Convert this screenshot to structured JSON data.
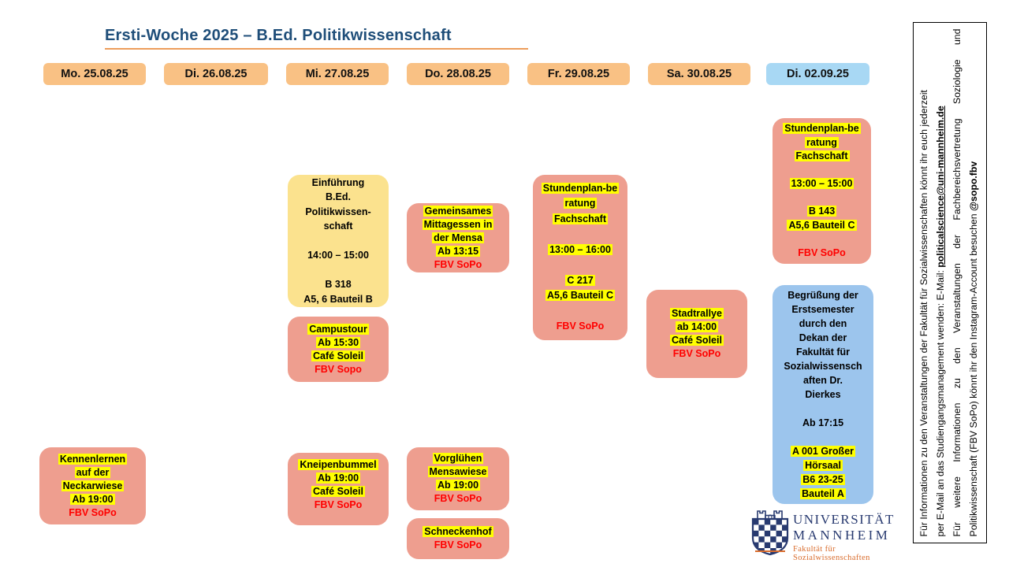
{
  "title": "Ersti-Woche 2025 – B.Ed. Politikwissenschaft",
  "days": [
    {
      "label": "Mo. 25.08.25"
    },
    {
      "label": "Di. 26.08.25"
    },
    {
      "label": "Mi. 27.08.25"
    },
    {
      "label": "Do. 28.08.25"
    },
    {
      "label": "Fr. 29.08.25"
    },
    {
      "label": "Sa. 30.08.25"
    },
    {
      "label": "Di. 02.09.25"
    }
  ],
  "events": {
    "kennenlernen": {
      "day": "Mo. 25.08.25",
      "lines": [
        {
          "text": "Kennenlernen",
          "style": "hl"
        },
        {
          "text": "auf der",
          "style": "hl"
        },
        {
          "text": "Neckarwiese",
          "style": "hl"
        },
        {
          "text": "Ab 19:00",
          "style": "hl"
        },
        {
          "text": "FBV SoPo",
          "style": "red"
        }
      ]
    },
    "einfuehrung": {
      "day": "Mi. 27.08.25",
      "lines": [
        {
          "text": "Einführung",
          "style": "plain"
        },
        {
          "text": "B.Ed.",
          "style": "plain"
        },
        {
          "text": "Politikwissen-",
          "style": "plain"
        },
        {
          "text": "schaft",
          "style": "plain"
        },
        {
          "text": "",
          "style": "plain"
        },
        {
          "text": "14:00 – 15:00",
          "style": "plain"
        },
        {
          "text": "",
          "style": "plain"
        },
        {
          "text": "B 318",
          "style": "plain"
        },
        {
          "text": "A5, 6 Bauteil B",
          "style": "plain"
        }
      ]
    },
    "campustour": {
      "day": "Mi. 27.08.25",
      "lines": [
        {
          "text": "Campustour",
          "style": "hl"
        },
        {
          "text": "Ab 15:30",
          "style": "hl"
        },
        {
          "text": "Café Soleil",
          "style": "hl"
        },
        {
          "text": "FBV Sopo",
          "style": "red"
        }
      ]
    },
    "kneipenbummel": {
      "day": "Mi. 27.08.25",
      "lines": [
        {
          "text": "Kneipenbummel",
          "style": "hl"
        },
        {
          "text": "Ab 19:00",
          "style": "hl"
        },
        {
          "text": "Café Soleil",
          "style": "hl"
        },
        {
          "text": "FBV SoPo",
          "style": "red"
        }
      ]
    },
    "mittagessen": {
      "day": "Do. 28.08.25",
      "lines": [
        {
          "text": "Gemeinsames",
          "style": "hl"
        },
        {
          "text": "Mittagessen in",
          "style": "hl"
        },
        {
          "text": "der Mensa",
          "style": "hl"
        },
        {
          "text": "Ab 13:15",
          "style": "hl"
        },
        {
          "text": "FBV SoPo",
          "style": "red"
        }
      ]
    },
    "vorgluehen": {
      "day": "Do. 28.08.25",
      "lines": [
        {
          "text": "Vorglühen",
          "style": "hl"
        },
        {
          "text": "Mensawiese",
          "style": "hl"
        },
        {
          "text": "Ab 19:00",
          "style": "hl"
        },
        {
          "text": "FBV SoPo",
          "style": "red"
        }
      ]
    },
    "schneckenhof": {
      "day": "Do. 28.08.25",
      "lines": [
        {
          "text": "Schneckenhof",
          "style": "hl"
        },
        {
          "text": "FBV SoPo",
          "style": "red"
        }
      ]
    },
    "fr_beratung": {
      "day": "Fr. 29.08.25",
      "lines": [
        {
          "text": "Stundenplan-be",
          "style": "hl"
        },
        {
          "text": "ratung",
          "style": "hl"
        },
        {
          "text": "Fachschaft",
          "style": "hl"
        },
        {
          "text": "",
          "style": "plain"
        },
        {
          "text": "13:00 – 16:00",
          "style": "hl"
        },
        {
          "text": "",
          "style": "plain"
        },
        {
          "text": "C 217",
          "style": "hl"
        },
        {
          "text": "A5,6 Bauteil C",
          "style": "hl"
        },
        {
          "text": "",
          "style": "plain"
        },
        {
          "text": "FBV SoPo",
          "style": "red"
        }
      ]
    },
    "stadtrallye": {
      "day": "Sa. 30.08.25",
      "lines": [
        {
          "text": "Stadtrallye",
          "style": "hl"
        },
        {
          "text": "ab 14:00",
          "style": "hl"
        },
        {
          "text": "Café Soleil",
          "style": "hl"
        },
        {
          "text": "FBV SoPo",
          "style": "red"
        }
      ]
    },
    "di_beratung": {
      "day": "Di. 02.09.25",
      "lines": [
        {
          "text": "Stundenplan-be",
          "style": "hl"
        },
        {
          "text": "ratung",
          "style": "hl"
        },
        {
          "text": "Fachschaft",
          "style": "hl"
        },
        {
          "text": "",
          "style": "plain"
        },
        {
          "text": "13:00 – 15:00",
          "style": "hl"
        },
        {
          "text": "",
          "style": "plain"
        },
        {
          "text": "B 143",
          "style": "hl"
        },
        {
          "text": "A5,6 Bauteil C",
          "style": "hl"
        },
        {
          "text": "",
          "style": "plain"
        },
        {
          "text": "FBV SoPo",
          "style": "red"
        }
      ]
    },
    "begruessung": {
      "day": "Di. 02.09.25",
      "lines": [
        {
          "text": "Begrüßung der",
          "style": "plain"
        },
        {
          "text": "Erstsemester",
          "style": "plain"
        },
        {
          "text": "durch den",
          "style": "plain"
        },
        {
          "text": "Dekan der",
          "style": "plain"
        },
        {
          "text": "Fakultät für",
          "style": "plain"
        },
        {
          "text": "Sozialwissensch",
          "style": "plain"
        },
        {
          "text": "aften Dr.",
          "style": "plain"
        },
        {
          "text": "Dierkes",
          "style": "plain"
        },
        {
          "text": "",
          "style": "plain"
        },
        {
          "text": "Ab 17:15",
          "style": "plain"
        },
        {
          "text": "",
          "style": "plain"
        },
        {
          "text": "A 001 Großer",
          "style": "hl"
        },
        {
          "text": "Hörsaal",
          "style": "hl"
        },
        {
          "text": "B6 23-25",
          "style": "hl"
        },
        {
          "text": "Bauteil A",
          "style": "hl"
        }
      ]
    }
  },
  "sidebar": {
    "line1": "Für Informationen zu den Veranstaltungen der Fakultät für Sozialwissenschaften könnt ihr euch jederzeit",
    "line2_prefix": "per E-Mail an das Studiengangsmanagement wenden: E-Mail: ",
    "line2_email": "politicalscience@uni-mannheim.de",
    "line3": "Für weitere Informationen zu den Veranstaltungen der Fachbereichsvertretung Soziologie und",
    "line4_prefix": "Politikwissenschaft (FBV SoPo) könnt ihr den Instagram-Account besuchen ",
    "line4_handle": "@sopo.fbv"
  },
  "logo": {
    "line1": "UNIVERSITÄT",
    "line2": "MANNHEIM",
    "subtitle": "Fakultät für Sozialwissenschaften"
  },
  "colors": {
    "title_blue": "#1F4E79",
    "underline_orange": "#ED9D5B",
    "header_orange": "#F9C184",
    "header_blue": "#A8D8F4",
    "card_salmon": "#EE9E8F",
    "card_yellow": "#FBE28E",
    "card_blue": "#9CC5ED",
    "highlight_yellow": "#FFFF00",
    "accent_red": "#FF0000",
    "logo_navy": "#283A70",
    "logo_orange": "#D96C2C"
  }
}
